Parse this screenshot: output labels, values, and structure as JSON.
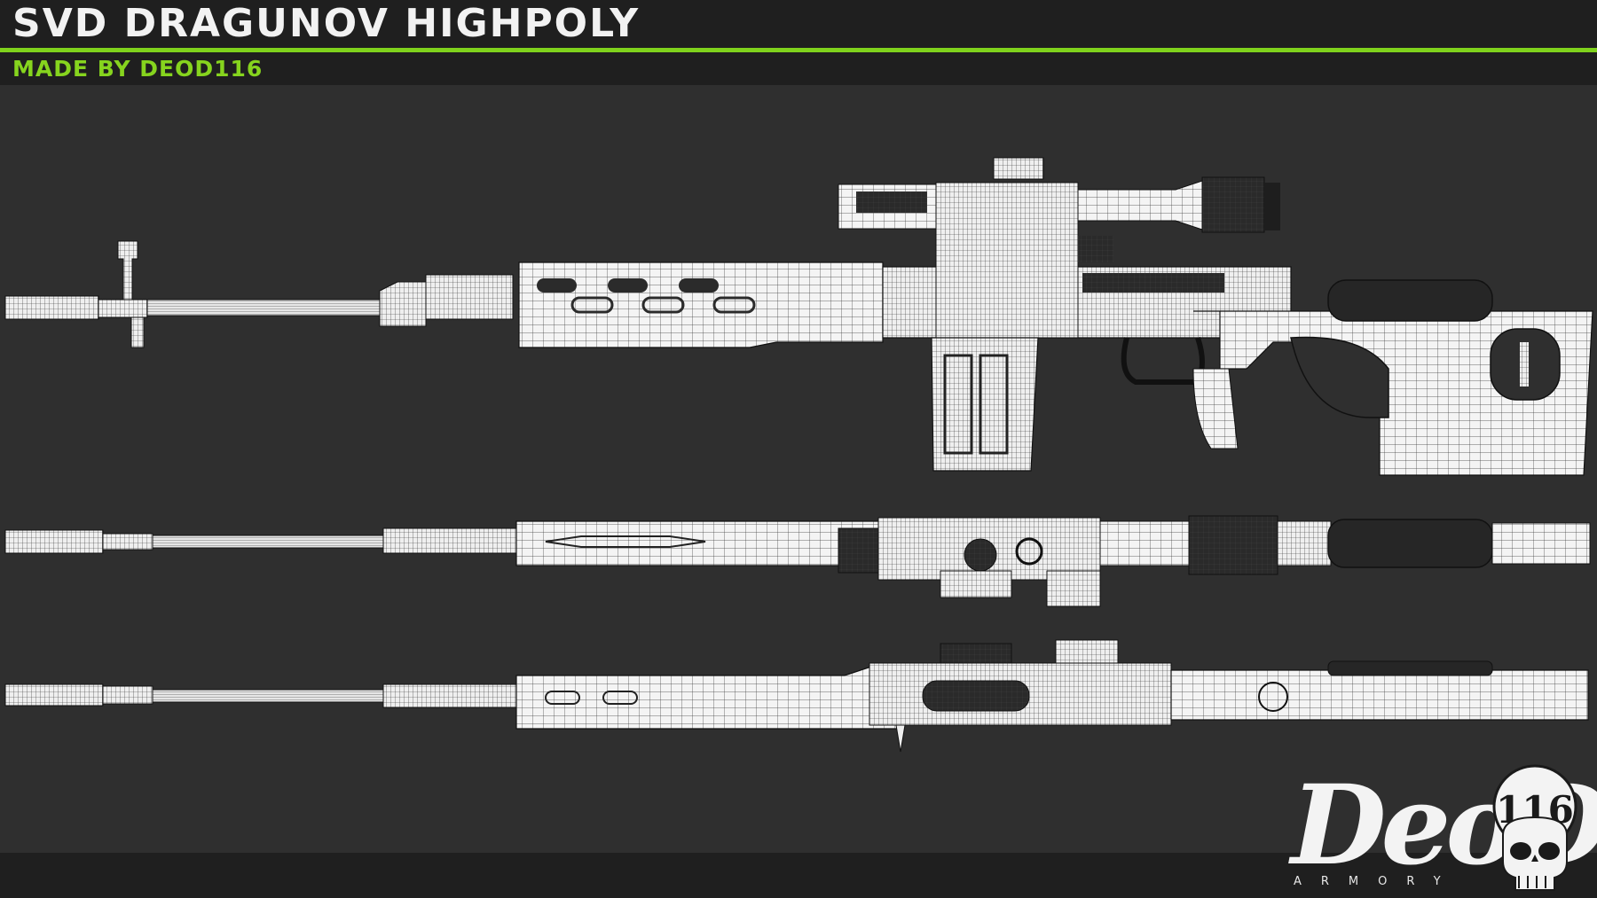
{
  "header": {
    "title": "SVD DRAGUNOV HIGHPOLY",
    "subtitle": "MADE BY DEOD116"
  },
  "colors": {
    "accent": "#7fd21c",
    "background": "#2f2f2f",
    "bar": "#1f1f1f",
    "wireframe_fill": "#f4f4f4",
    "wireframe_line": "#1a1a1a"
  },
  "logo": {
    "wordmark": "DeoD",
    "tagline": "ARMORY",
    "badge_number": "116",
    "icon": "skull-icon"
  },
  "views": [
    "rifle-side-view",
    "rifle-top-view",
    "rifle-bottom-view"
  ]
}
